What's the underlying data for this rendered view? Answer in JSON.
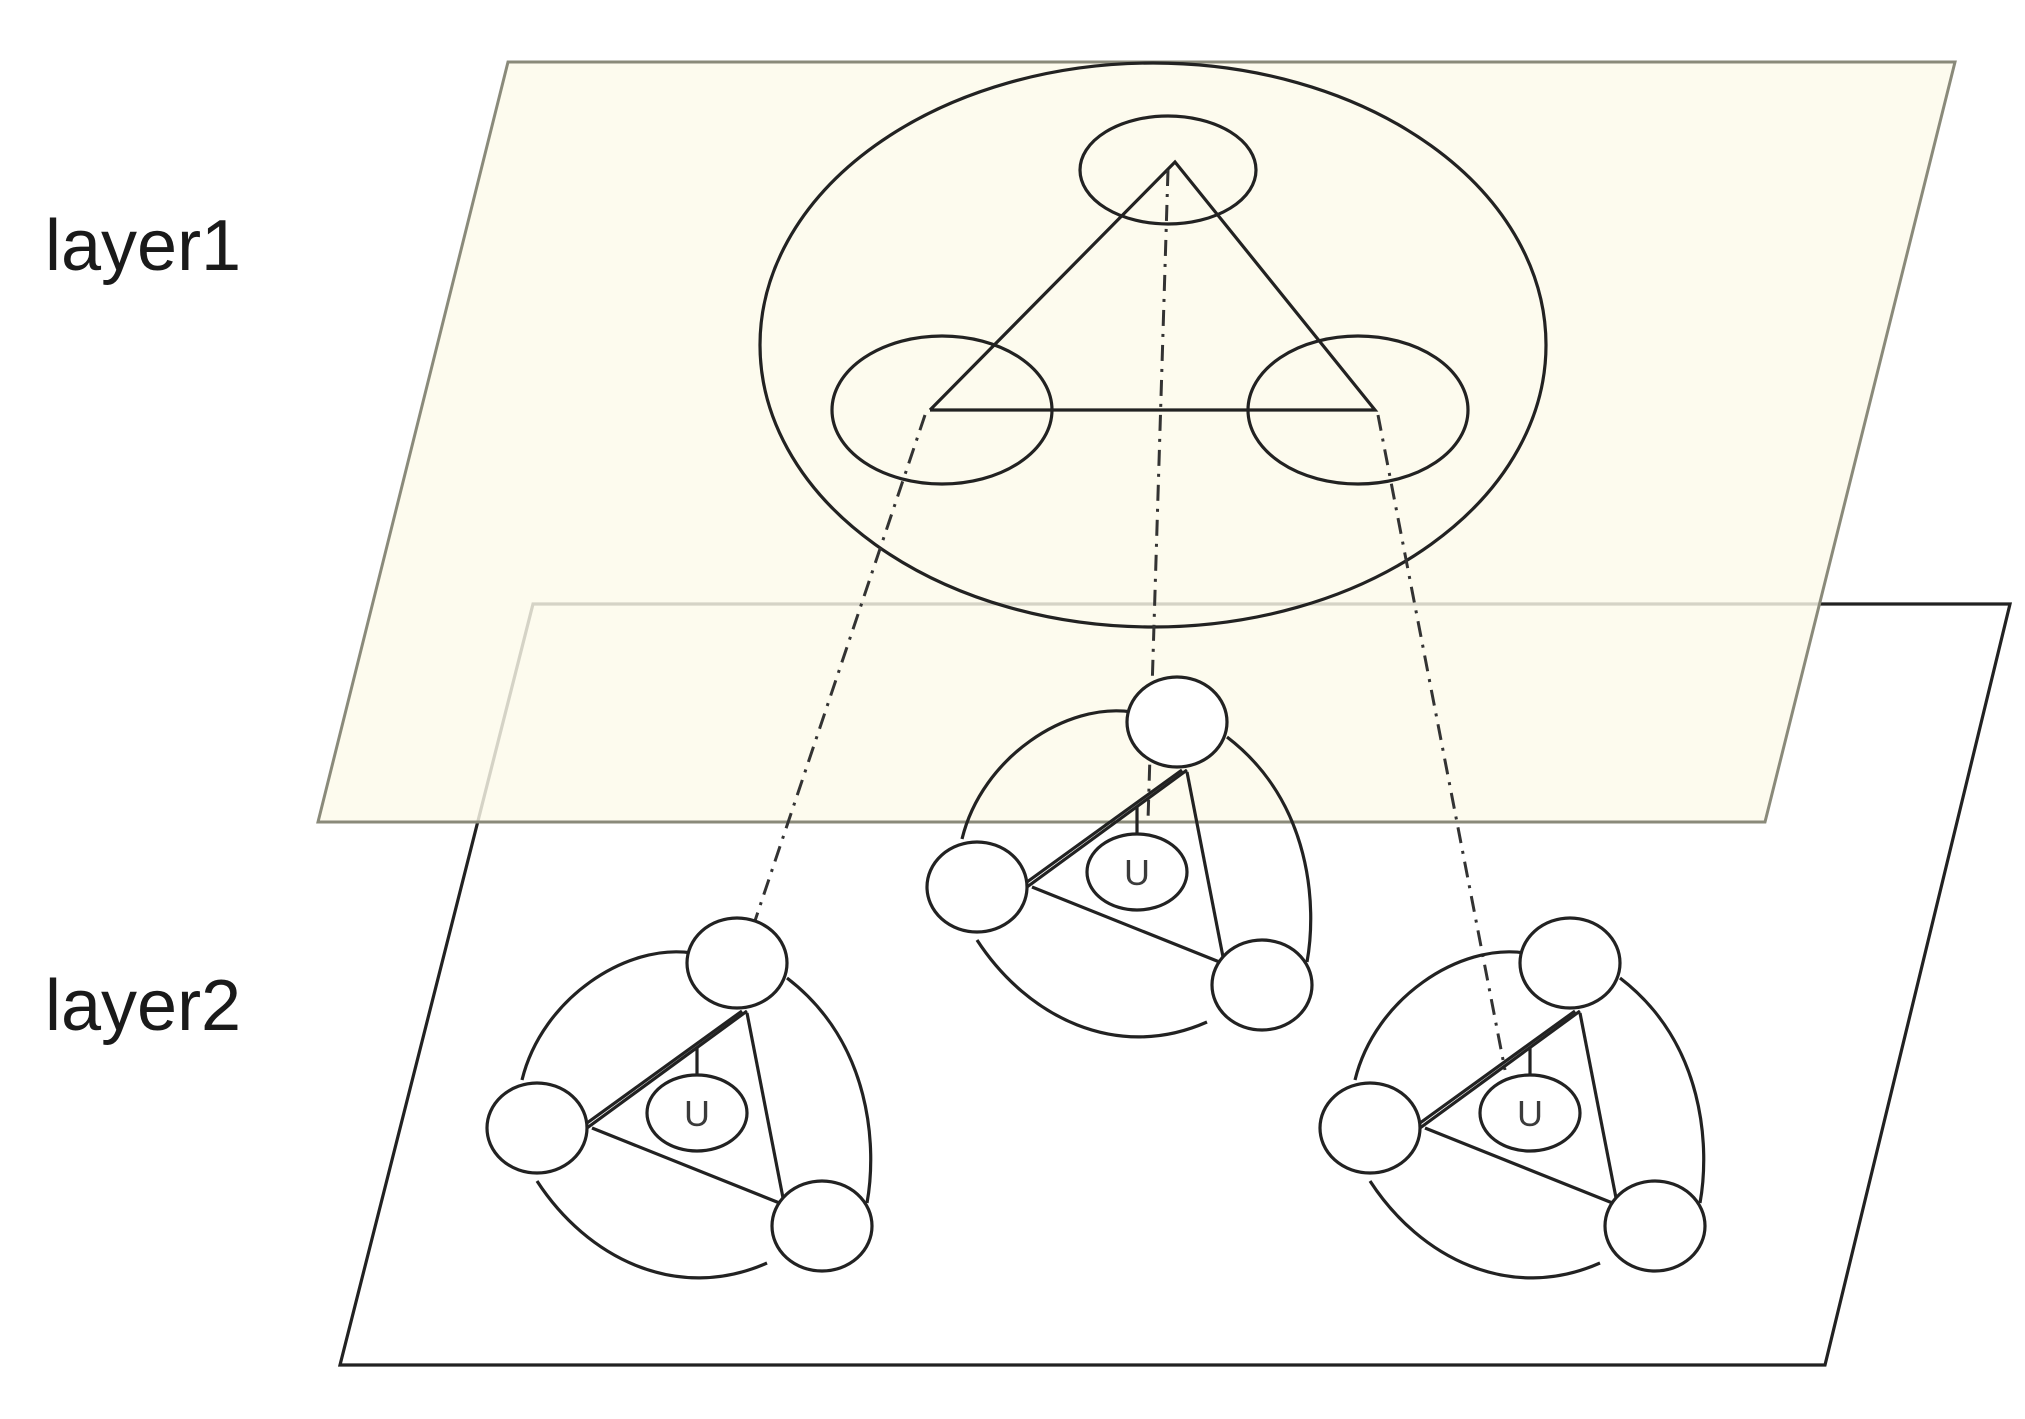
{
  "layers": [
    {
      "label": "layer1",
      "fill": "#fcfaea"
    },
    {
      "label": "layer2",
      "fill": "#ffffff"
    }
  ],
  "clusters": [
    {
      "self_loop_label": "U"
    },
    {
      "self_loop_label": "U"
    },
    {
      "self_loop_label": "U"
    }
  ],
  "colors": {
    "stroke": "#222222",
    "layer1_fill": "#fcfaea",
    "label_text": "#1a1a1a"
  }
}
